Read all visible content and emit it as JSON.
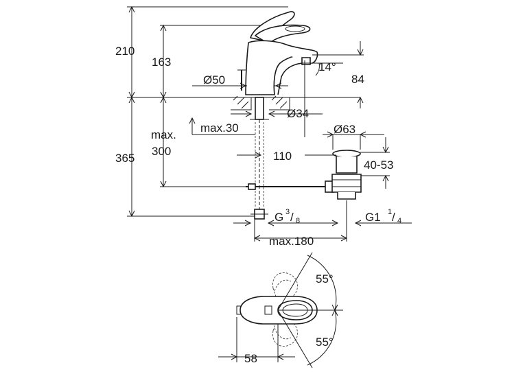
{
  "dimensions": {
    "total_height": "210",
    "spout_height": "163",
    "base_diameter": "Ø50",
    "spout_angle": "14°",
    "outlet_height": "84",
    "hole_diameter": "Ø34",
    "max_thickness": "max.30",
    "max_label": "max.",
    "max_value": "300",
    "below_height": "365",
    "reach": "110",
    "waste_diameter": "Ø63",
    "waste_range": "40-53",
    "connection_main": "G",
    "connection_num": "3",
    "connection_den": "8",
    "waste_thread_main": "G1",
    "waste_thread_num": "1",
    "waste_thread_den": "4",
    "max_horizontal": "max.180",
    "angle_top": "55°",
    "angle_bottom": "55°",
    "lever_depth": "58"
  },
  "colors": {
    "line": "#1a1a1a",
    "background": "#ffffff"
  }
}
